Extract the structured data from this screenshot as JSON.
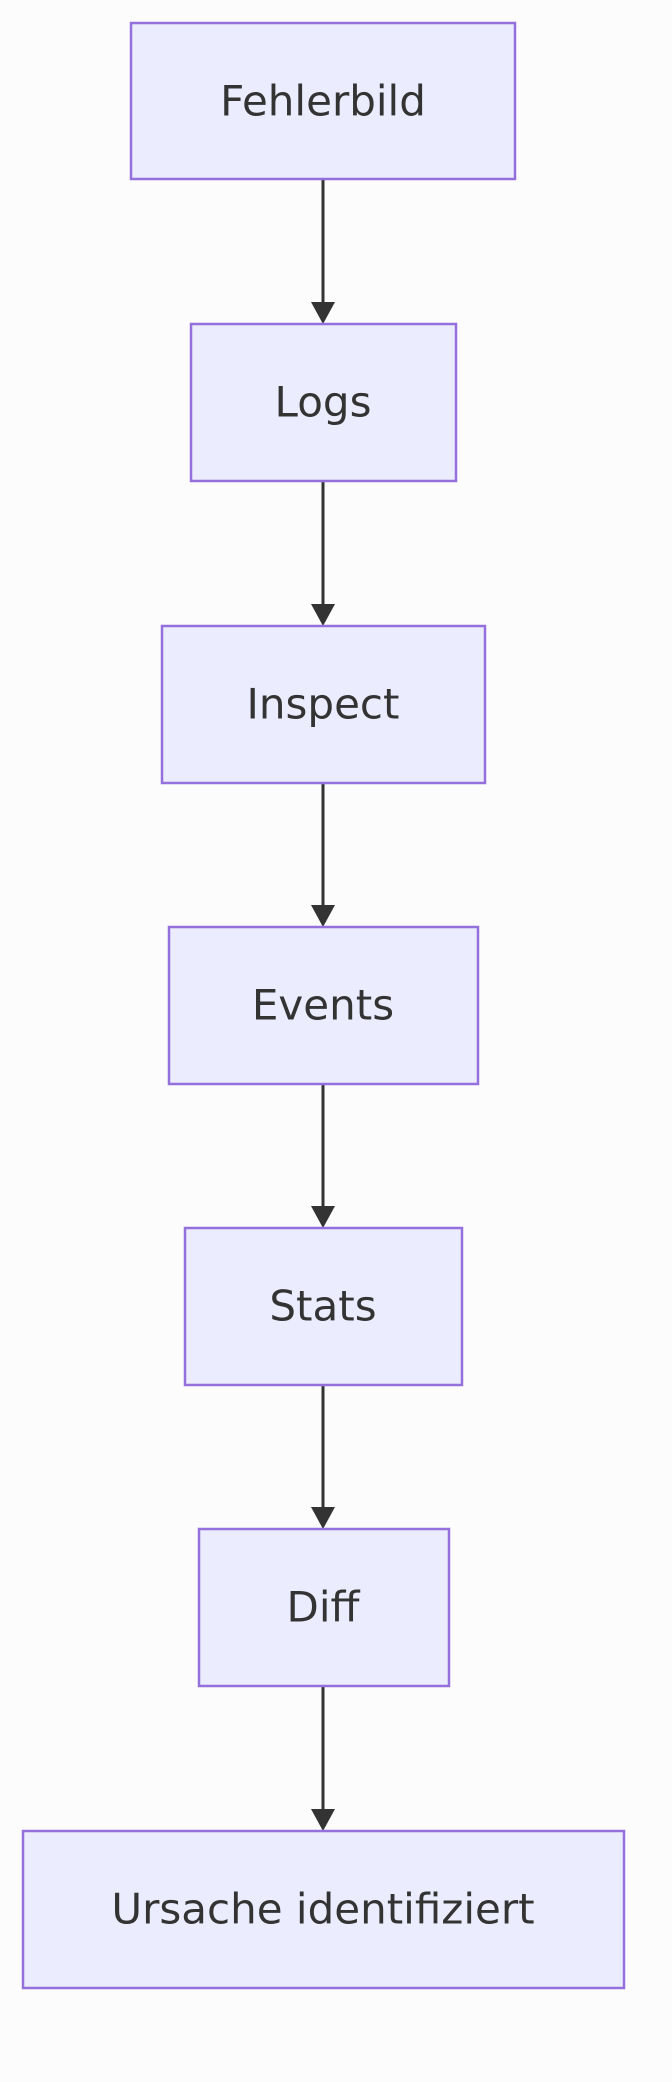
{
  "flowchart": {
    "nodes": [
      {
        "id": "fehlerbild",
        "label": "Fehlerbild"
      },
      {
        "id": "logs",
        "label": "Logs"
      },
      {
        "id": "inspect",
        "label": "Inspect"
      },
      {
        "id": "events",
        "label": "Events"
      },
      {
        "id": "stats",
        "label": "Stats"
      },
      {
        "id": "diff",
        "label": "Diff"
      },
      {
        "id": "ursache",
        "label": "Ursache identifiziert"
      }
    ],
    "edges": [
      {
        "from": "fehlerbild",
        "to": "logs"
      },
      {
        "from": "logs",
        "to": "inspect"
      },
      {
        "from": "inspect",
        "to": "events"
      },
      {
        "from": "events",
        "to": "stats"
      },
      {
        "from": "stats",
        "to": "diff"
      },
      {
        "from": "diff",
        "to": "ursache"
      }
    ],
    "colors": {
      "node_fill": "#ececff",
      "node_border": "#9370db",
      "text": "#333333",
      "edge": "#333333",
      "background": "#fdfcfd"
    }
  }
}
